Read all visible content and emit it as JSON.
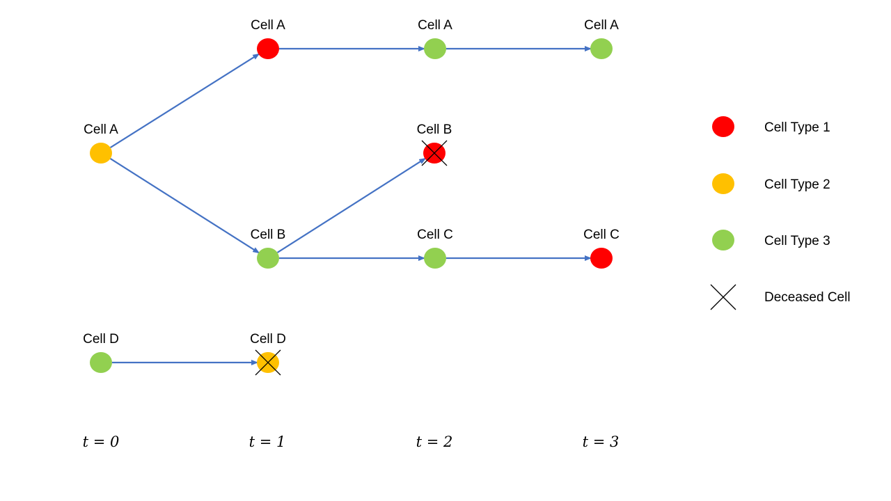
{
  "colors": {
    "type1": "#ff0000",
    "type2": "#ffc000",
    "type3": "#92d050",
    "arrow": "#4472c4",
    "cross": "#000000"
  },
  "nodes": [
    {
      "id": "a0",
      "label": "Cell A",
      "type": "type2",
      "deceased": false
    },
    {
      "id": "d0",
      "label": "Cell D",
      "type": "type3",
      "deceased": false
    },
    {
      "id": "a1",
      "label": "Cell A",
      "type": "type1",
      "deceased": false
    },
    {
      "id": "b1",
      "label": "Cell B",
      "type": "type3",
      "deceased": false
    },
    {
      "id": "d1",
      "label": "Cell D",
      "type": "type2",
      "deceased": true
    },
    {
      "id": "a2",
      "label": "Cell A",
      "type": "type3",
      "deceased": false
    },
    {
      "id": "b2",
      "label": "Cell B",
      "type": "type1",
      "deceased": true
    },
    {
      "id": "c2",
      "label": "Cell C",
      "type": "type3",
      "deceased": false
    },
    {
      "id": "a3",
      "label": "Cell A",
      "type": "type3",
      "deceased": false
    },
    {
      "id": "c3",
      "label": "Cell C",
      "type": "type1",
      "deceased": false
    }
  ],
  "edges": [
    {
      "from": "a0",
      "to": "a1"
    },
    {
      "from": "a0",
      "to": "b1"
    },
    {
      "from": "a1",
      "to": "a2"
    },
    {
      "from": "a2",
      "to": "a3"
    },
    {
      "from": "b1",
      "to": "b2"
    },
    {
      "from": "b1",
      "to": "c2"
    },
    {
      "from": "c2",
      "to": "c3"
    },
    {
      "from": "d0",
      "to": "d1"
    }
  ],
  "time_labels": [
    "t = 0",
    "t = 1",
    "t = 2",
    "t = 3"
  ],
  "legend": {
    "type1_label": "Cell Type 1",
    "type2_label": "Cell Type 2",
    "type3_label": "Cell Type 3",
    "deceased_label": "Deceased Cell"
  }
}
